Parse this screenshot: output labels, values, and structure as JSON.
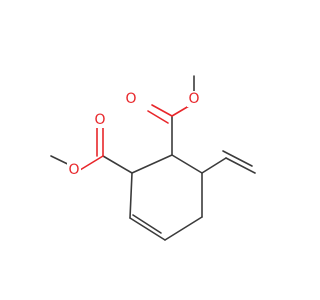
{
  "molecule": {
    "atoms": [
      {
        "id": "O1",
        "symbol": "O",
        "color": "#e8262a"
      },
      {
        "id": "O2",
        "symbol": "O",
        "color": "#e8262a"
      },
      {
        "id": "O3",
        "symbol": "O",
        "color": "#e8262a"
      },
      {
        "id": "O4",
        "symbol": "O",
        "color": "#e8262a"
      }
    ],
    "bond_color": "#3b3b3b",
    "heteroatom_color": "#e8262a"
  }
}
